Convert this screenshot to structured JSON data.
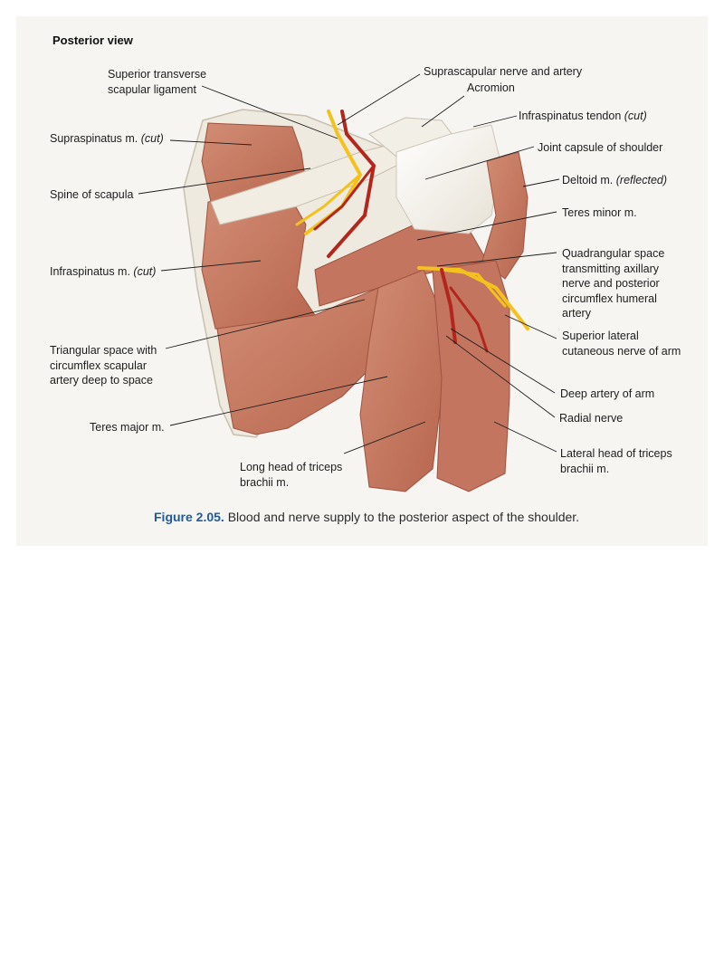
{
  "figure": {
    "view_title": "Posterior view",
    "caption_number": "Figure 2.05.",
    "caption_text": " Blood and nerve supply to the posterior aspect of the shoulder."
  },
  "labels": {
    "superior_transverse": "Superior transverse\nscapular ligament",
    "supraspinatus_main": "Supraspinatus m. ",
    "supraspinatus_note": "(cut)",
    "spine_of_scapula": "Spine of scapula",
    "infraspinatus_main": "Infraspinatus m. ",
    "infraspinatus_note": "(cut)",
    "triangular_space": "Triangular space with\ncircumflex scapular\nartery deep to space",
    "teres_major": "Teres major m.",
    "long_head_triceps": "Long head of triceps\nbrachii m.",
    "suprascapular_nerve": "Suprascapular nerve and artery",
    "acromion": "Acromion",
    "infraspinatus_tendon_main": "Infraspinatus tendon ",
    "infraspinatus_tendon_note": "(cut)",
    "joint_capsule": "Joint capsule of shoulder",
    "deltoid_main": "Deltoid m. ",
    "deltoid_note": "(reflected)",
    "teres_minor": "Teres minor m.",
    "quadrangular_space": "Quadrangular space\ntransmitting axillary\nnerve and posterior\ncircumflex humeral\nartery",
    "superior_lateral": "Superior lateral\ncutaneous nerve of arm",
    "deep_artery": "Deep artery of arm",
    "radial_nerve": "Radial nerve",
    "lateral_head_triceps": "Lateral head of triceps\nbrachii m."
  },
  "colors": {
    "background": "#f6f5f2",
    "muscle": "#c87a63",
    "muscle_dark": "#a95c47",
    "bone": "#f2efe6",
    "nerve": "#f3c21d",
    "artery": "#b3261c",
    "caption_number": "#1f5a9a"
  }
}
